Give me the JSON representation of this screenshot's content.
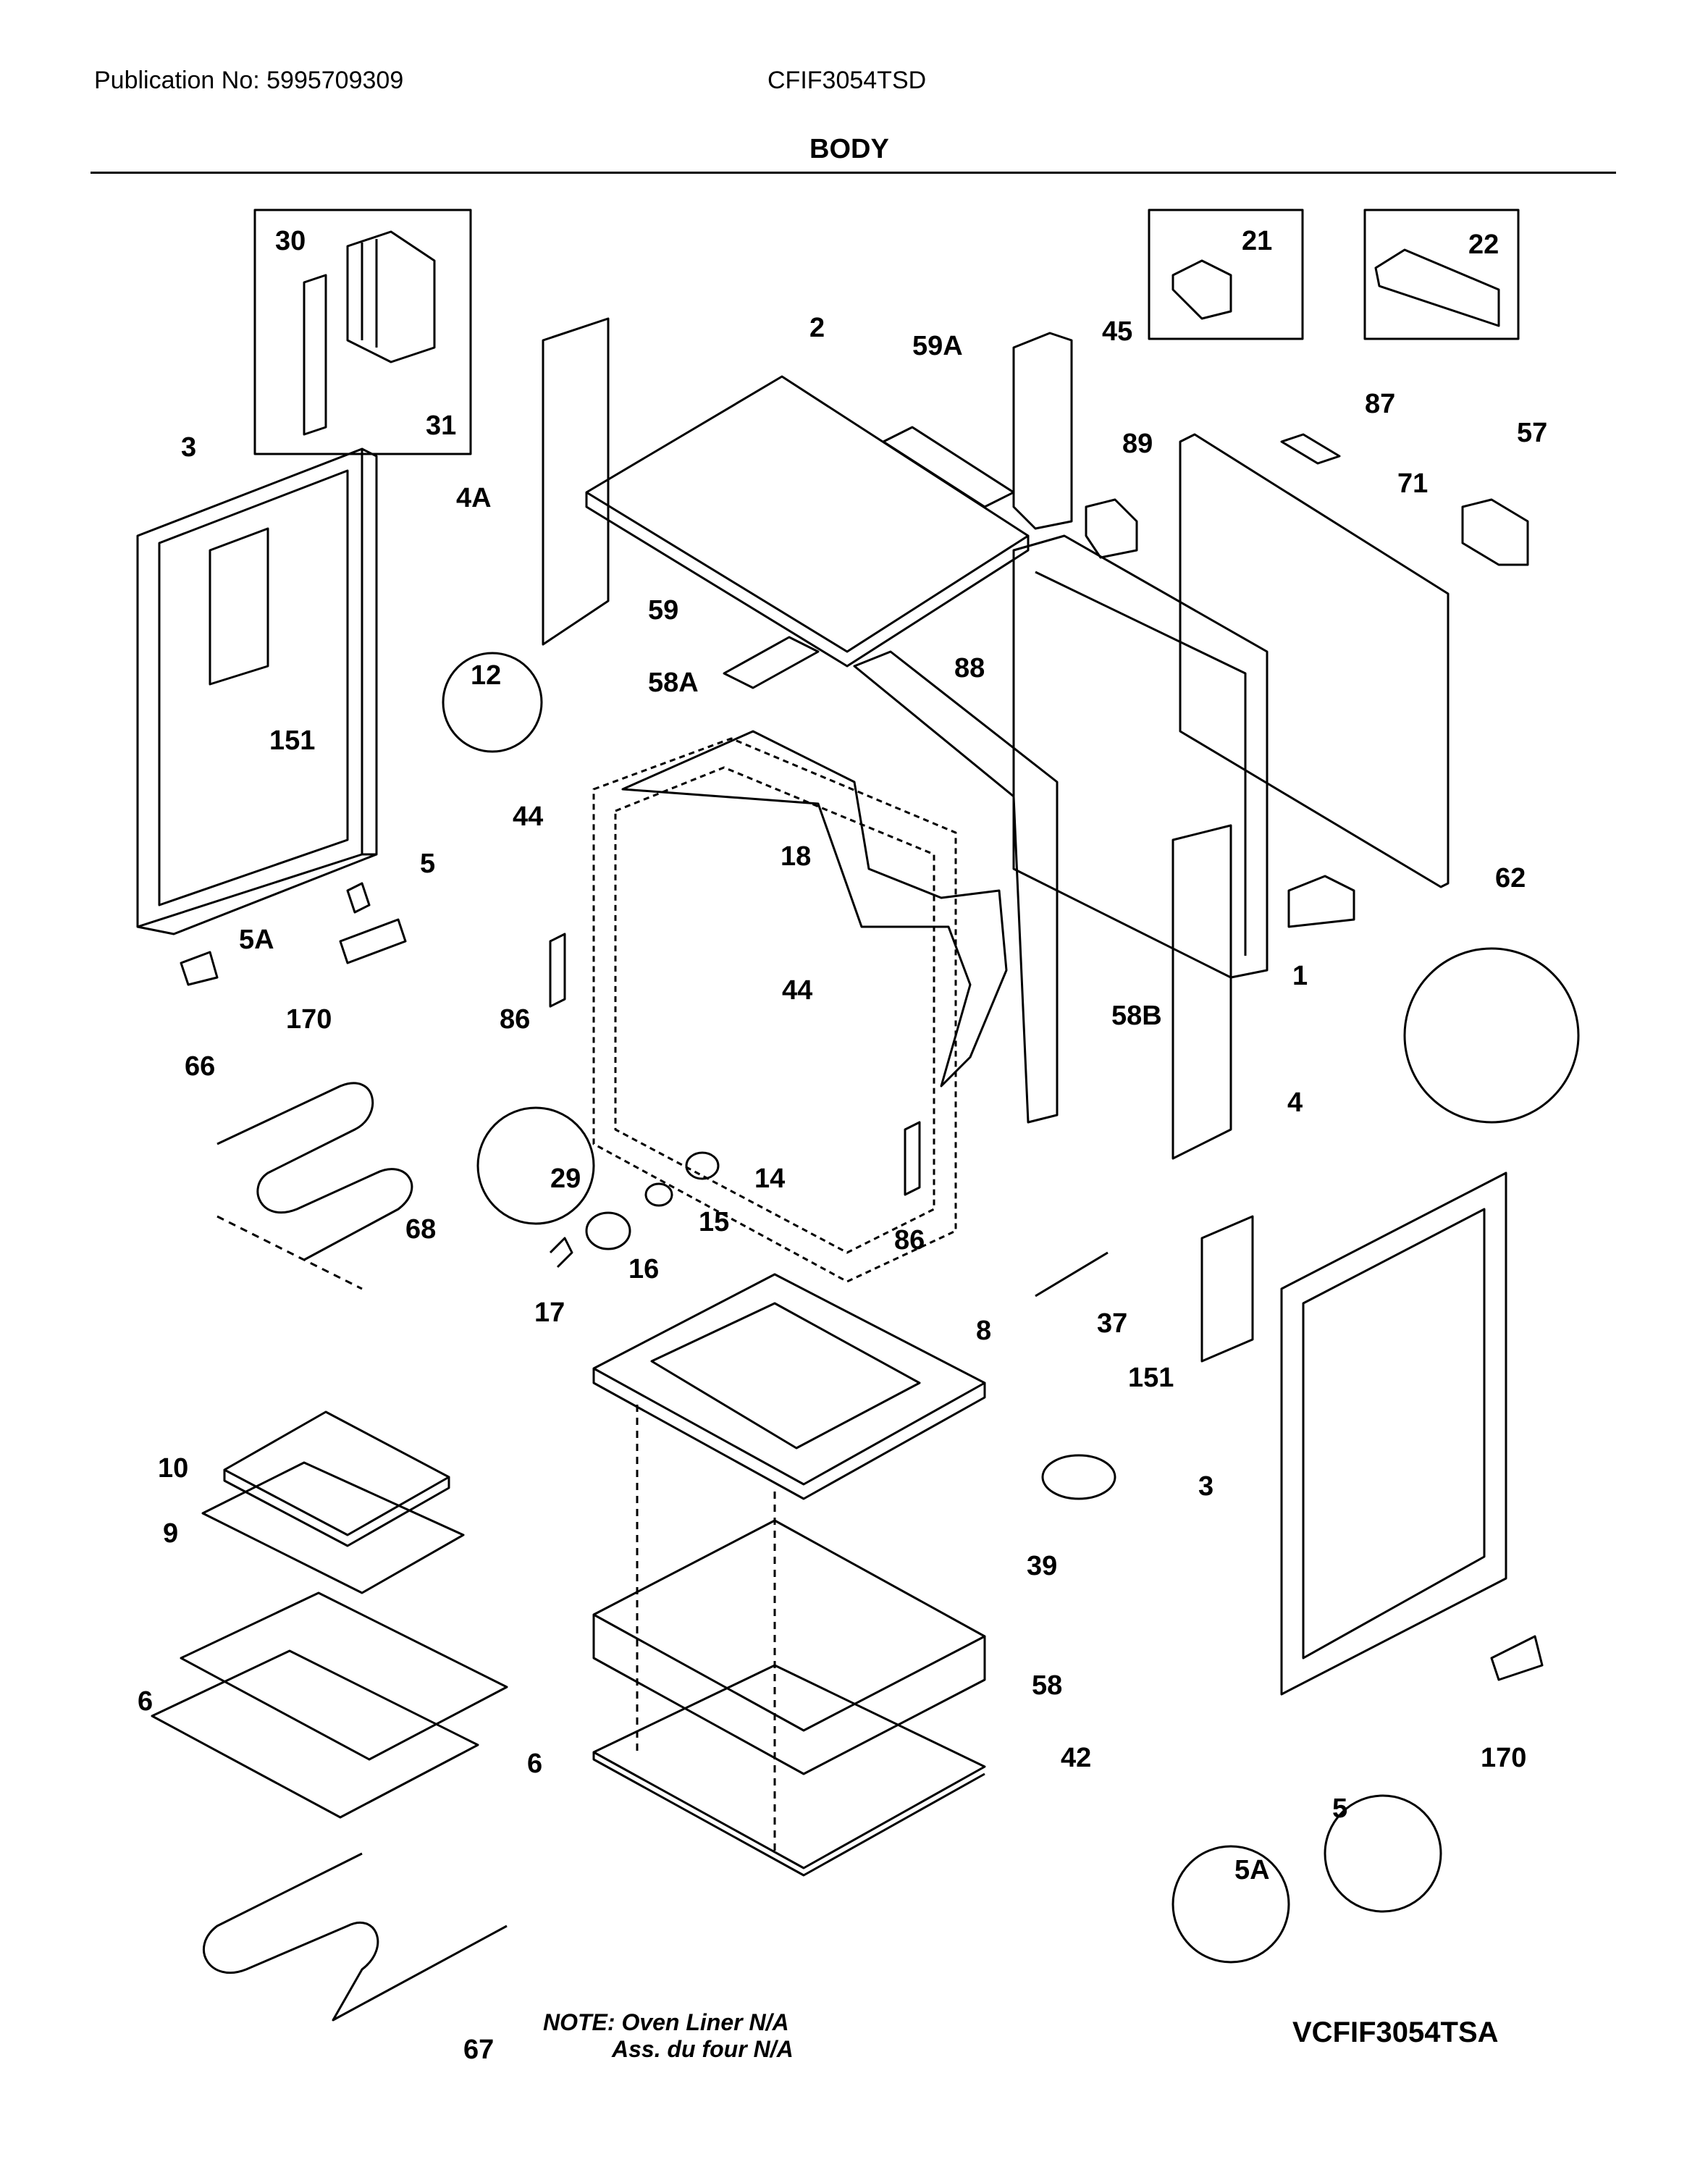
{
  "header": {
    "publication": "Publication No: 5995709309",
    "model": "CFIF3054TSD",
    "title": "BODY"
  },
  "footer": {
    "note_line1": "NOTE: Oven Liner N/A",
    "note_line2": "Ass. du four N/A",
    "diagram_id": "VCFIF3054TSA"
  },
  "callouts": {
    "c30": "30",
    "c31": "31",
    "c3a": "3",
    "c151a": "151",
    "c4A": "4A",
    "c2": "2",
    "c59A": "59A",
    "c45": "45",
    "c21": "21",
    "c22": "22",
    "c87": "87",
    "c57": "57",
    "c89": "89",
    "c71": "71",
    "c12": "12",
    "c59": "59",
    "c58A": "58A",
    "c88": "88",
    "c44a": "44",
    "c18": "18",
    "c5a": "5",
    "c5Aa": "5A",
    "c170a": "170",
    "c86a": "86",
    "c44b": "44",
    "c58B": "58B",
    "c1": "1",
    "c62": "62",
    "c4": "4",
    "c66": "66",
    "c29": "29",
    "c14": "14",
    "c15": "15",
    "c68": "68",
    "c16": "16",
    "c17": "17",
    "c86b": "86",
    "c8": "8",
    "c37": "37",
    "c151b": "151",
    "c10": "10",
    "c9": "9",
    "c39": "39",
    "c3b": "3",
    "c58": "58",
    "c6a": "6",
    "c6b": "6",
    "c42": "42",
    "c170b": "170",
    "c5b": "5",
    "c5Ab": "5A",
    "c67": "67"
  }
}
